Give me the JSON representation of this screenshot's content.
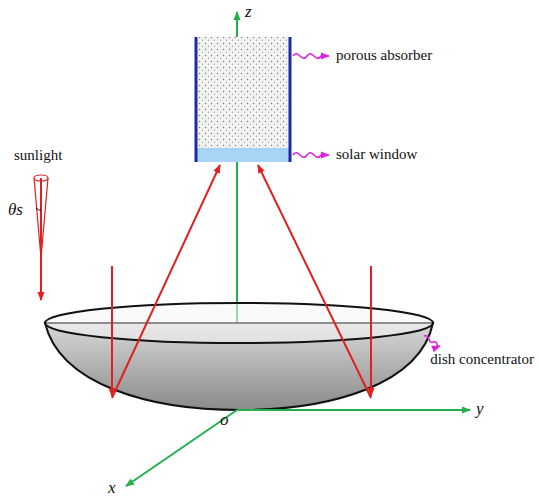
{
  "diagram": {
    "labels": [
      "z",
      "porous absorber",
      "solar window",
      "sunlight",
      "θs",
      "dish concentrator",
      "y",
      "o",
      "x"
    ]
  }
}
